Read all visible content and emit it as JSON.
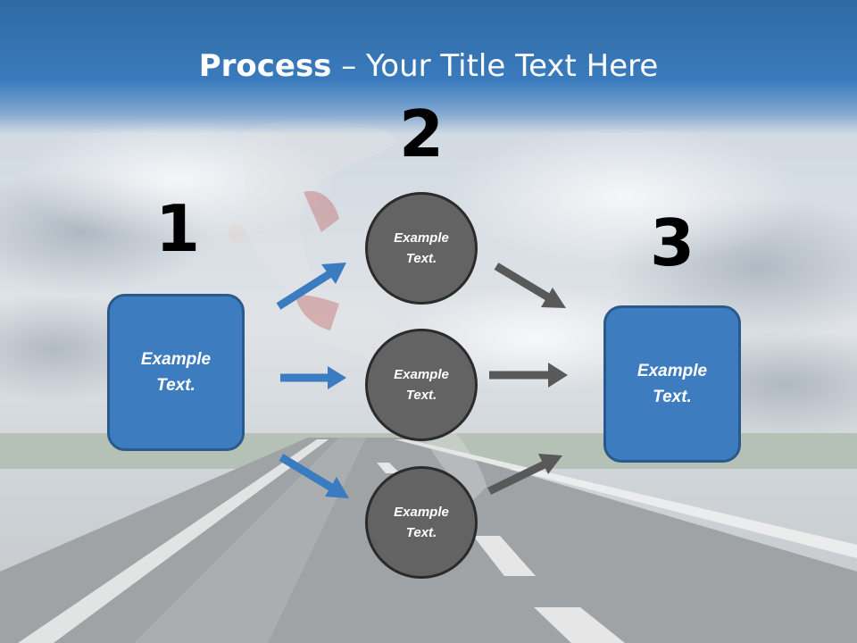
{
  "slide": {
    "title_bold": "Process",
    "title_rest": " – Your Title Text Here",
    "steps": {
      "one": "1",
      "two": "2",
      "three": "3"
    },
    "left_box": "Example Text.",
    "right_box": "Example Text.",
    "circles": [
      "Example Text.",
      "Example Text.",
      "Example Text."
    ]
  },
  "colors": {
    "title_band": "#3a7bbd",
    "box_fill": "#3e7cc0",
    "circle_fill": "#636363",
    "blue_arrow": "#3b7bc0",
    "gray_arrow": "#595959"
  }
}
